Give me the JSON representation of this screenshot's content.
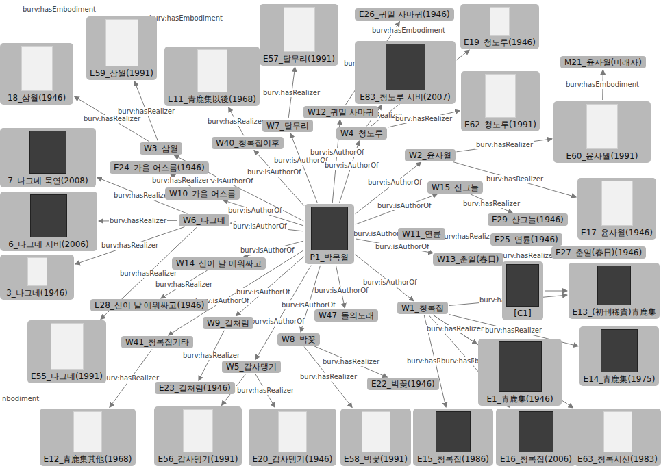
{
  "diagram": {
    "nodes": [
      {
        "text": [
          "E59_삼월(1991)"
        ]
      },
      {
        "text": [
          "E11_青鹿集以後(1968)"
        ]
      },
      {
        "text": [
          "E57_달무리(1991)"
        ]
      },
      {
        "text": [
          "E26_귀밀 사마귀(1946)"
        ]
      },
      {
        "text": [
          "E83_청노루 시비(2007)"
        ]
      },
      {
        "text": [
          "E19_청노루(1946)"
        ]
      },
      {
        "text": [
          "E62_청노루(1991)"
        ]
      },
      {
        "text": [
          "M21_윤사월(미래사)"
        ]
      },
      {
        "text": [
          "18_삼월(1946)"
        ]
      },
      {
        "text": [
          "W3_삼월"
        ]
      },
      {
        "text": [
          "W40_청록집이후"
        ]
      },
      {
        "text": [
          "W7_달무리"
        ]
      },
      {
        "text": [
          "W12_귀밀 사마귀"
        ]
      },
      {
        "text": [
          "W4_청노루"
        ]
      },
      {
        "text": [
          "W2_윤사월"
        ]
      },
      {
        "text": [
          "E60_윤사월(1991)"
        ]
      },
      {
        "text": [
          "E24_가을 어스름(1946)"
        ]
      },
      {
        "text": [
          "7_나그네 묵연(2008)"
        ]
      },
      {
        "text": [
          "W10_가을 어스름"
        ]
      },
      {
        "text": [
          "W15_산그늘"
        ]
      },
      {
        "text": [
          "E17_윤사월(1946)"
        ]
      },
      {
        "text": [
          "6_나그네 시비(2006)"
        ]
      },
      {
        "text": [
          "W6_나그네"
        ]
      },
      {
        "text": [
          "P1_박목월"
        ]
      },
      {
        "text": [
          "E29_산그늘(1946)"
        ]
      },
      {
        "text": [
          "W11_연륜"
        ]
      },
      {
        "text": [
          "E25_연륜(1946)"
        ]
      },
      {
        "text": [
          "W13_춘일(春日)"
        ]
      },
      {
        "text": [
          "E27_춘일(春日)(1946)"
        ]
      },
      {
        "text": [
          "3_나그네(1946)"
        ]
      },
      {
        "text": [
          "W14_산이 날 에워싸고"
        ]
      },
      {
        "text": [
          "[C1]"
        ]
      },
      {
        "text": [
          "E13_(初刊稀貴)青鹿集"
        ]
      },
      {
        "text": [
          "E28_산이 날 에워싸고(1946)"
        ]
      },
      {
        "text": [
          "W1_청록집"
        ]
      },
      {
        "text": [
          "W47_돌의노래"
        ]
      },
      {
        "text": [
          "W9_길처럼"
        ]
      },
      {
        "text": [
          "E55_나그네(1991)"
        ]
      },
      {
        "text": [
          "W41_청록집기타"
        ]
      },
      {
        "text": [
          "W8_박꽃"
        ]
      },
      {
        "text": [
          "E14_青鹿集(1975)"
        ]
      },
      {
        "text": [
          "E1_青鹿集(1946)"
        ]
      },
      {
        "text": [
          "W5_갑사댕기"
        ]
      },
      {
        "text": [
          "E22_박꽃(1946)"
        ]
      },
      {
        "text": [
          "E23_길처럼(1946)"
        ]
      },
      {
        "text": [
          "E12_青鹿集其他(1968)"
        ]
      },
      {
        "text": [
          "E56_갑사댕기(1991)"
        ]
      },
      {
        "text": [
          "E20_갑사댕기(1946)"
        ]
      },
      {
        "text": [
          "E58_박꽃(1991)"
        ]
      },
      {
        "text": [
          "E15_청록집(1986)"
        ]
      },
      {
        "text": [
          "E16_청록집(2006)"
        ]
      },
      {
        "text": [
          "E63_청록시선(1983)"
        ]
      }
    ],
    "edges": [
      {
        "from": 23,
        "to": 9,
        "arrow": "to",
        "label": "burv:isAuthorOf"
      },
      {
        "from": 23,
        "to": 10,
        "arrow": "to",
        "label": "burv:isAuthorOf"
      },
      {
        "from": 23,
        "to": 11,
        "arrow": "to",
        "label": "burv:isAuthorOf"
      },
      {
        "from": 23,
        "to": 12,
        "arrow": "to",
        "label": "burv:isAuthorOf"
      },
      {
        "from": 23,
        "to": 13,
        "arrow": "to",
        "label": "burv:isAuthorOf"
      },
      {
        "from": 23,
        "to": 14,
        "arrow": "to",
        "label": "burv:isAuthorOf"
      },
      {
        "from": 23,
        "to": 18,
        "arrow": "to",
        "label": "burv:isAuthorOf"
      },
      {
        "from": 23,
        "to": 22,
        "arrow": "to",
        "label": "burv:isAuthorOf"
      },
      {
        "from": 23,
        "to": 19,
        "arrow": "to",
        "label": "burv:isAuthorOf"
      },
      {
        "from": 23,
        "to": 25,
        "arrow": "to",
        "label": "burv:isAuthorOf"
      },
      {
        "from": 23,
        "to": 27,
        "arrow": "to",
        "label": "burv:isAuthorOf"
      },
      {
        "from": 23,
        "to": 30,
        "arrow": "to",
        "label": "burv:isAuthorOf"
      },
      {
        "from": 23,
        "to": 34,
        "arrow": "to",
        "label": "burv:isAuthorOf"
      },
      {
        "from": 23,
        "to": 36,
        "arrow": "to",
        "label": "burv:isAuthorOf"
      },
      {
        "from": 23,
        "to": 35,
        "arrow": "to",
        "label": "burv:isAuthorOf"
      },
      {
        "from": 23,
        "to": 38,
        "arrow": "to",
        "label": "burv:isAuthorOf"
      },
      {
        "from": 23,
        "to": 39,
        "arrow": "to",
        "label": "burv:isAuthorOf"
      },
      {
        "from": 23,
        "to": 42,
        "arrow": "to",
        "label": "burv:isAuthorOf"
      },
      {
        "from": 9,
        "to": 8,
        "arrow": "to",
        "label": "burv:hasRealizer"
      },
      {
        "from": 9,
        "to": 0,
        "arrow": "to",
        "label": "burv:hasRealizer"
      },
      {
        "from": 10,
        "to": 1,
        "arrow": "to",
        "label": "burv:hasRealizer"
      },
      {
        "from": 11,
        "to": 2,
        "arrow": "to",
        "label": "burv:hasRealizer"
      },
      {
        "from": 12,
        "to": 3,
        "arrow": "to",
        "label": "burv:hasRealizer"
      },
      {
        "from": 13,
        "to": 4,
        "arrow": "to",
        "label": "burv:hasRealizer"
      },
      {
        "from": 13,
        "to": 5,
        "arrow": "to",
        "label": "burv:hasRealizer"
      },
      {
        "from": 13,
        "to": 6,
        "arrow": "to",
        "label": "burv:hasRealizer"
      },
      {
        "from": 14,
        "to": 15,
        "arrow": "to",
        "label": "burv:hasRealizer"
      },
      {
        "from": 14,
        "to": 20,
        "arrow": "to",
        "label": "burv:hasRealizer"
      },
      {
        "from": 18,
        "to": 16,
        "arrow": "to",
        "label": "burv:hasRealizer"
      },
      {
        "from": 22,
        "to": 17,
        "arrow": "to",
        "label": "burv:hasRealizer"
      },
      {
        "from": 22,
        "to": 21,
        "arrow": "to",
        "label": "burv:hasRealizer"
      },
      {
        "from": 22,
        "to": 29,
        "arrow": "to",
        "label": "burv:hasRealizer"
      },
      {
        "from": 22,
        "to": 37,
        "arrow": "to",
        "label": "burv:hasRealizer"
      },
      {
        "from": 19,
        "to": 24,
        "arrow": "to",
        "label": "burv:hasRealizer"
      },
      {
        "from": 25,
        "to": 26,
        "arrow": "to",
        "label": "burv:hasRealizer"
      },
      {
        "from": 27,
        "to": 28,
        "arrow": "to",
        "label": "burv:hasRealizer"
      },
      {
        "from": 30,
        "to": 33,
        "arrow": "to",
        "label": "burv:hasRealizer"
      },
      {
        "from": 34,
        "to": 32,
        "arrow": "to",
        "label": "burv:hasRealizer"
      },
      {
        "from": 34,
        "to": 40,
        "arrow": "to",
        "label": "burv:hasRealizer"
      },
      {
        "from": 34,
        "to": 41,
        "arrow": "to",
        "label": "burv:hasRealizer"
      },
      {
        "from": 34,
        "to": 49,
        "arrow": "to",
        "label": "burv:hasRealizer"
      },
      {
        "from": 34,
        "to": 50,
        "arrow": "to",
        "label": "burv:hasRealizer"
      },
      {
        "from": 34,
        "to": 51,
        "arrow": "to",
        "label": "burv:hasRealizer"
      },
      {
        "from": 31,
        "to": 32,
        "arrow": "to"
      },
      {
        "from": 36,
        "to": 44,
        "arrow": "to",
        "label": "burv:hasRealizer"
      },
      {
        "from": 38,
        "to": 45,
        "arrow": "to",
        "label": "burv:hasRealizer"
      },
      {
        "from": 39,
        "to": 43,
        "arrow": "to",
        "label": "burv:hasRealizer"
      },
      {
        "from": 39,
        "to": 48,
        "arrow": "to",
        "label": "burv:hasRealizer"
      },
      {
        "from": 42,
        "to": 46,
        "arrow": "to",
        "label": "burv:hasRealizer"
      },
      {
        "from": 42,
        "to": 47,
        "arrow": "to",
        "label": "burv:hasRealizer"
      },
      {
        "from": 15,
        "to": 7,
        "arrow": "to",
        "label": "burv:hasEmbodiment"
      }
    ],
    "labels": [
      "burv:hasEmbodiment",
      "burv:hasEmbodiment",
      "burv:hasEmbodiment",
      "nbodiment"
    ]
  }
}
